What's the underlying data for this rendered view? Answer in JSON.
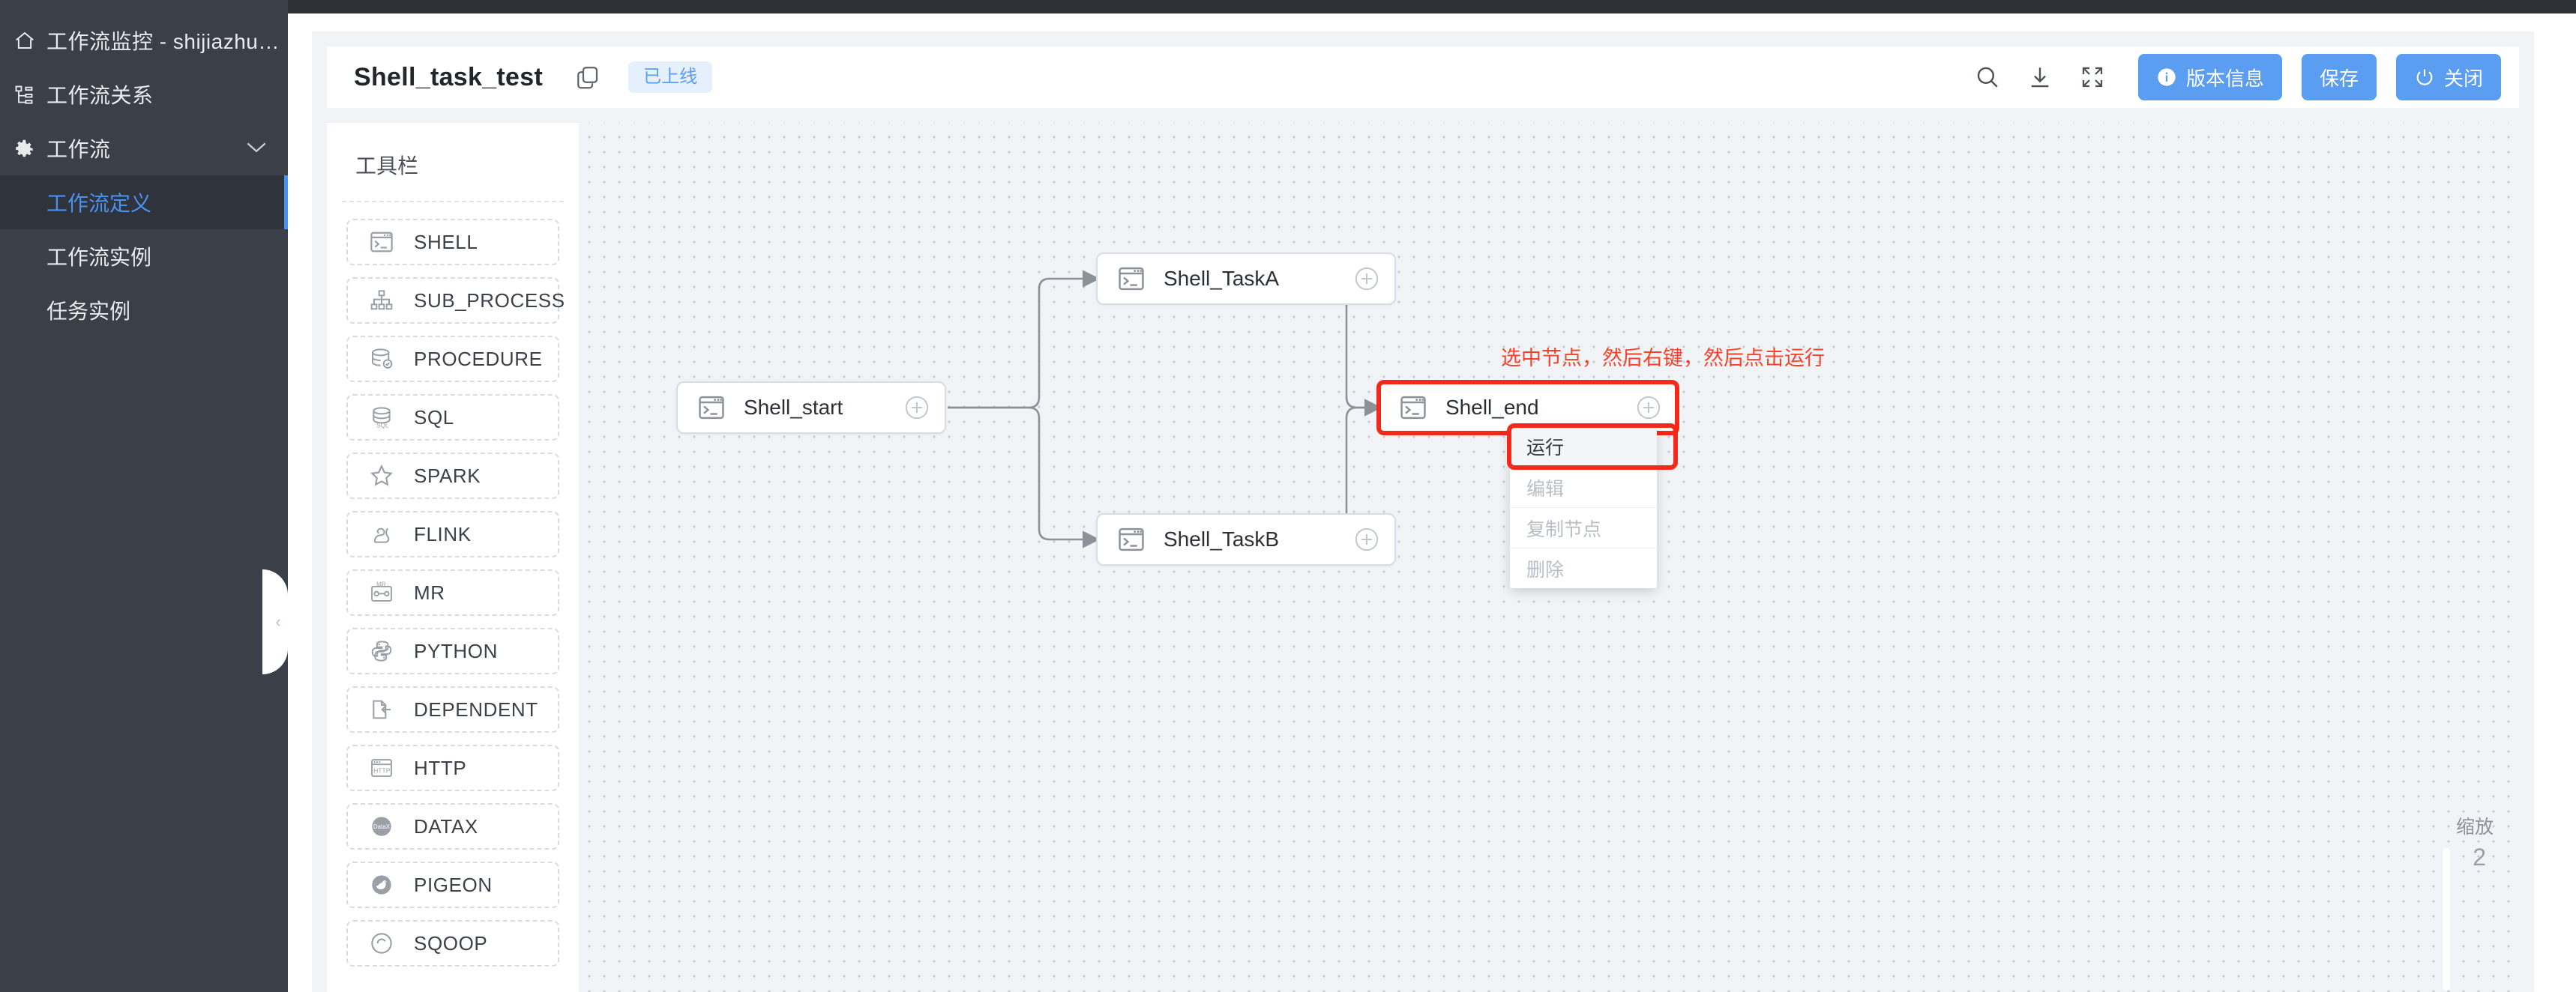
{
  "sidebar": {
    "items": [
      {
        "label": "工作流监控 - shijiazhuan…",
        "icon": "home-icon"
      },
      {
        "label": "工作流关系",
        "icon": "sitemap-icon"
      },
      {
        "label": "工作流",
        "icon": "gear-icon",
        "chevron": "⌄"
      }
    ],
    "sub_items": [
      {
        "label": "工作流定义",
        "active": true
      },
      {
        "label": "工作流实例",
        "active": false
      },
      {
        "label": "任务实例",
        "active": false
      }
    ],
    "collapse_handle": "‹"
  },
  "header": {
    "workflow_title": "Shell_task_test",
    "copy_icon": "copy-icon",
    "status_badge": "已上线",
    "icons": [
      "search-icon",
      "download-icon",
      "fullscreen-icon"
    ],
    "buttons": [
      {
        "label": "版本信息",
        "icon": "info-icon"
      },
      {
        "label": "保存",
        "icon": ""
      },
      {
        "label": "关闭",
        "icon": "power-icon"
      }
    ],
    "accent_color": "#5b9df0",
    "badge_bg": "#e6f0fd"
  },
  "toolbox": {
    "title": "工具栏",
    "items": [
      {
        "label": "SHELL",
        "icon": "terminal-icon"
      },
      {
        "label": "SUB_PROCESS",
        "icon": "sitemap-icon"
      },
      {
        "label": "PROCEDURE",
        "icon": "database-check-icon"
      },
      {
        "label": "SQL",
        "icon": "database-sql-icon"
      },
      {
        "label": "SPARK",
        "icon": "star-icon"
      },
      {
        "label": "FLINK",
        "icon": "squirrel-icon"
      },
      {
        "label": "MR",
        "icon": "mr-window-icon"
      },
      {
        "label": "PYTHON",
        "icon": "python-icon"
      },
      {
        "label": "DEPENDENT",
        "icon": "dependent-icon"
      },
      {
        "label": "HTTP",
        "icon": "http-window-icon"
      },
      {
        "label": "DATAX",
        "icon": "datax-icon"
      },
      {
        "label": "PIGEON",
        "icon": "pigeon-icon"
      },
      {
        "label": "SQOOP",
        "icon": "sqoop-icon"
      }
    ]
  },
  "canvas": {
    "nodes": [
      {
        "id": "start",
        "label": "Shell_start",
        "icon": "terminal-icon",
        "selected": false
      },
      {
        "id": "taskA",
        "label": "Shell_TaskA",
        "icon": "terminal-icon",
        "selected": false
      },
      {
        "id": "taskB",
        "label": "Shell_TaskB",
        "icon": "terminal-icon",
        "selected": false
      },
      {
        "id": "end",
        "label": "Shell_end",
        "icon": "terminal-icon",
        "selected": true
      }
    ],
    "annotation": "选中节点，然后右键，然后点击运行",
    "annotation_color": "#f5432a",
    "selection_color": "#f5281a",
    "context_menu": [
      {
        "label": "运行",
        "enabled": true,
        "highlighted": true
      },
      {
        "label": "编辑",
        "enabled": false,
        "highlighted": false
      },
      {
        "label": "复制节点",
        "enabled": false,
        "highlighted": false
      },
      {
        "label": "删除",
        "enabled": false,
        "highlighted": false
      }
    ],
    "zoom": {
      "label": "缩放",
      "value": "2"
    }
  }
}
